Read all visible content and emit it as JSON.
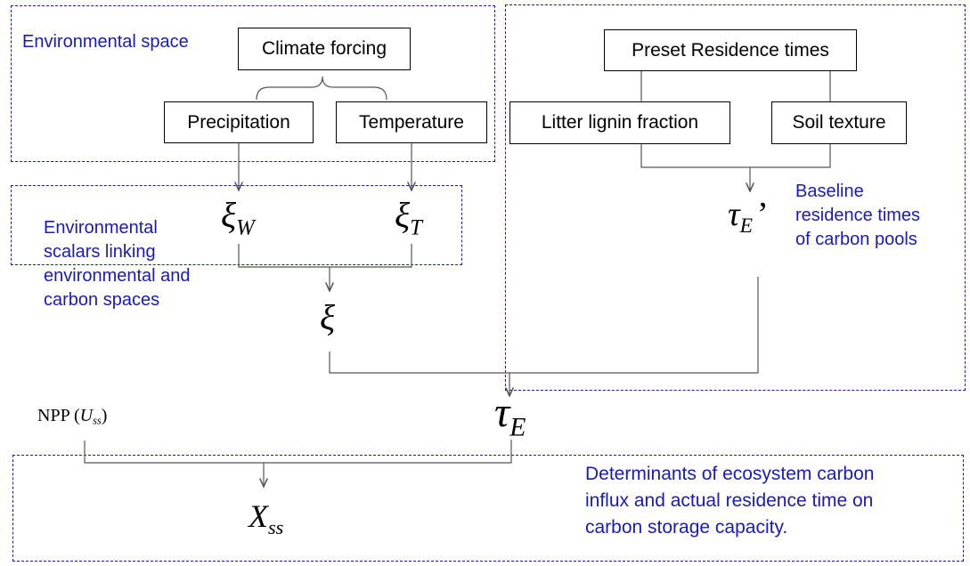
{
  "regions": {
    "environmental_space": {
      "label": "Environmental space"
    },
    "scalars": {
      "label": [
        "Environmental",
        "scalars linking",
        "environmental and",
        "carbon spaces"
      ]
    },
    "baseline": {
      "label": [
        "Baseline",
        "residence times",
        "of carbon pools"
      ]
    },
    "determinants": {
      "label": [
        "Determinants of ecosystem carbon",
        "influx and actual residence time on",
        "carbon storage capacity."
      ]
    }
  },
  "boxes": {
    "climate_forcing": "Climate forcing",
    "precipitation": "Precipitation",
    "temperature": "Temperature",
    "preset_residence": "Preset Residence times",
    "litter_lignin": "Litter lignin fraction",
    "soil_texture": "Soil texture"
  },
  "symbols": {
    "xi_w": {
      "base": "ξ",
      "sub": "W"
    },
    "xi_t": {
      "base": "ξ",
      "sub": "T"
    },
    "xi": {
      "base": "ξ"
    },
    "tau_e_prime": {
      "base": "τ",
      "sub": "E",
      "suffix": "’"
    },
    "tau_e": {
      "base": "τ",
      "sub": "E"
    },
    "npp": {
      "prefix": "NPP (",
      "var": "U",
      "sub": "ss",
      "suffix": ")"
    },
    "x_ss": {
      "base": "X",
      "sub": "ss"
    }
  },
  "colors": {
    "region_border": "#1a1ab8",
    "region_text": "#1a1ab8",
    "box_border": "#000000",
    "line": "#555555"
  }
}
